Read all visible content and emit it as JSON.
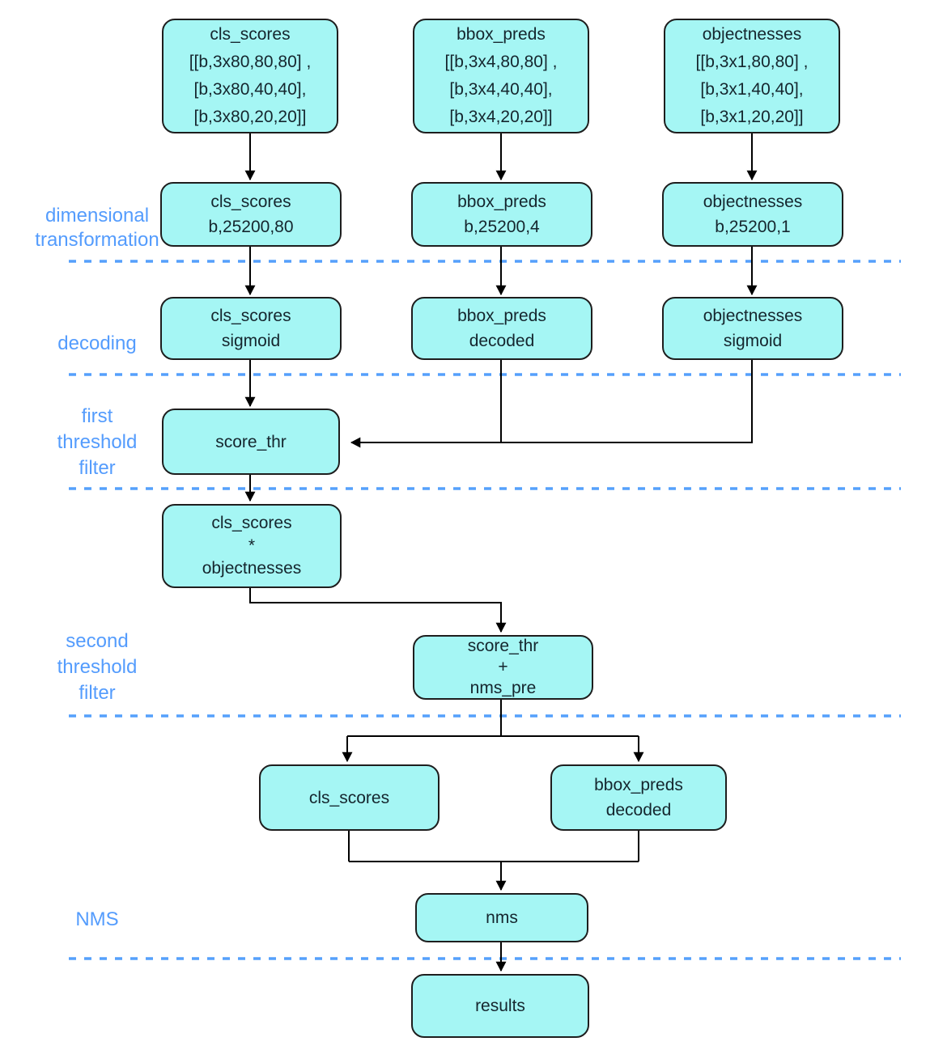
{
  "colors": {
    "node-fill": "#a5f6f4",
    "node-border": "#1e1e1e",
    "node-text": "#15262e",
    "label-blue": "#549cfd",
    "divider-blue": "#55a0fc",
    "arrow-black": "#000000",
    "background": "#ffffff"
  },
  "section_labels": [
    {
      "id": "dimensional-transformation",
      "lines": [
        "dimensional",
        "transformation"
      ]
    },
    {
      "id": "decoding",
      "lines": [
        "decoding"
      ]
    },
    {
      "id": "first-threshold-filter",
      "lines": [
        "first",
        "threshold",
        "filter"
      ]
    },
    {
      "id": "second-threshold-filter",
      "lines": [
        "second",
        "threshold",
        "filter"
      ]
    },
    {
      "id": "nms",
      "lines": [
        "NMS"
      ]
    }
  ],
  "nodes": [
    {
      "id": "cls-scores-input",
      "lines": [
        "cls_scores",
        "[[b,3x80,80,80] ,",
        "[b,3x80,40,40],",
        "[b,3x80,20,20]]"
      ]
    },
    {
      "id": "bbox-preds-input",
      "lines": [
        "bbox_preds",
        "[[b,3x4,80,80] ,",
        "[b,3x4,40,40],",
        "[b,3x4,20,20]]"
      ]
    },
    {
      "id": "objectnesses-input",
      "lines": [
        "objectnesses",
        "[[b,3x1,80,80] ,",
        "[b,3x1,40,40],",
        "[b,3x1,20,20]]"
      ]
    },
    {
      "id": "cls-scores-reshaped",
      "lines": [
        "cls_scores",
        "b,25200,80"
      ]
    },
    {
      "id": "bbox-preds-reshaped",
      "lines": [
        "bbox_preds",
        "b,25200,4"
      ]
    },
    {
      "id": "objectnesses-reshaped",
      "lines": [
        "objectnesses",
        "b,25200,1"
      ]
    },
    {
      "id": "cls-scores-sigmoid",
      "lines": [
        "cls_scores",
        "sigmoid"
      ]
    },
    {
      "id": "bbox-preds-decoded",
      "lines": [
        "bbox_preds",
        "decoded"
      ]
    },
    {
      "id": "objectnesses-sigmoid",
      "lines": [
        "objectnesses",
        "sigmoid"
      ]
    },
    {
      "id": "score-thr",
      "lines": [
        "score_thr"
      ]
    },
    {
      "id": "cls-scores-mul-objectnesses",
      "lines": [
        "cls_scores",
        "*",
        "objectnesses"
      ]
    },
    {
      "id": "score-thr-nms-pre",
      "lines": [
        "score_thr",
        "+",
        "nms_pre"
      ]
    },
    {
      "id": "cls-scores-filtered",
      "lines": [
        "cls_scores"
      ]
    },
    {
      "id": "bbox-preds-decoded-filtered",
      "lines": [
        "bbox_preds",
        "decoded"
      ]
    },
    {
      "id": "nms-op",
      "lines": [
        "nms"
      ]
    },
    {
      "id": "results",
      "lines": [
        "results"
      ]
    }
  ]
}
